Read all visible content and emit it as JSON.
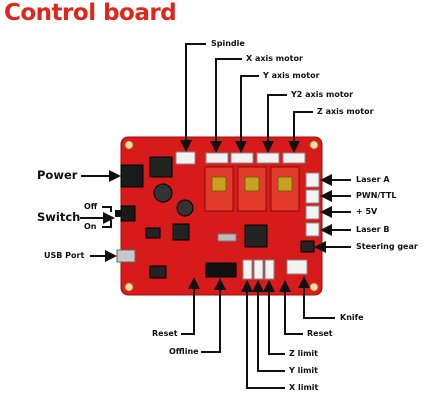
{
  "title": "Control board",
  "labels": {
    "spindle": "Spindle",
    "x_axis_motor": "X axis motor",
    "y_axis_motor": "Y axis motor",
    "y2_axis_motor": "Y2 axis motor",
    "z_axis_motor": "Z axis motor",
    "power": "Power",
    "switch": "Switch",
    "off": "Off",
    "on": "On",
    "usb_port": "USB Port",
    "laser_a": "Laser A",
    "pwn_ttl": "PWN/TTL",
    "plus_5v": "+ 5V",
    "laser_b": "Laser B",
    "steering_gear": "Steering gear",
    "knife": "Knife",
    "reset_right": "Reset",
    "reset_left": "Reset",
    "offline": "Offline",
    "z_limit": "Z limit",
    "y_limit": "Y limit",
    "x_limit": "X limit"
  },
  "colors": {
    "title": "#e1251b",
    "board": "#d71a1a",
    "driver": "#e23b2b",
    "heatsink": "#c9a01f",
    "connector": "#f2f2f2",
    "arrow": "#111111"
  }
}
